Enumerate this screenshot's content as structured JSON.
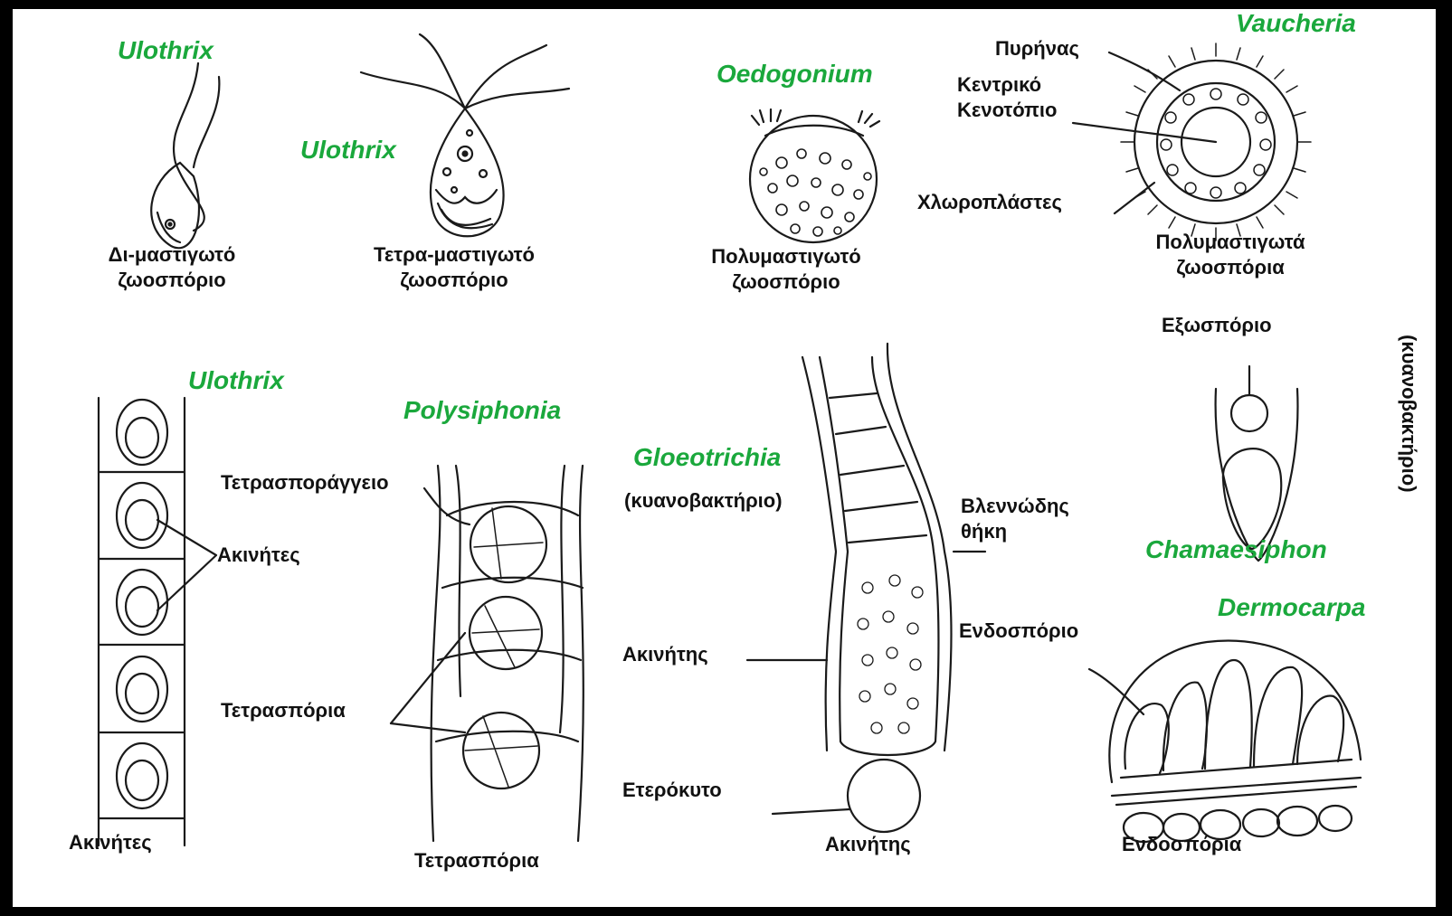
{
  "colors": {
    "species": "#1aa83c",
    "text": "#111111",
    "frame": "#000000",
    "ink": "#1a1a1a"
  },
  "species": {
    "ulothrix_a": "Ulothrix",
    "ulothrix_b": "Ulothrix",
    "oedogonium": "Oedogonium",
    "vaucheria": "Vaucheria",
    "ulothrix_c": "Ulothrix",
    "polysiphonia": "Polysiphonia",
    "gloeotrichia": "Gloeotrichia",
    "chamaesiphon": "Chamaesiphon",
    "dermocarpa": "Dermocarpa"
  },
  "labels": {
    "bi_flag": [
      "Δι-μαστιγωτό",
      "ζωοσπόριο"
    ],
    "tetra_flag": [
      "Τετρα-μαστιγωτό",
      "ζωοσπόριο"
    ],
    "multi_flag": [
      "Πολυμαστιγωτό",
      "ζωοσπόριο"
    ],
    "nucleus": "Πυρήνας",
    "central_vacuole": [
      "Κεντρικό",
      "Κενοτόπιο"
    ],
    "chloroplasts": "Χλωροπλάστες",
    "multi_flag_plural": [
      "Πολυμαστιγωτά",
      "ζωοσπόρια"
    ],
    "exospore": "Εξωσπόριο",
    "cyanobacterium_vertical": "(κυανοβακτήριο)",
    "tetrasporangium": "Τετρασποράγγειο",
    "akinetes_mid": "Ακινήτες",
    "tetraspores_mid": "Τετρασπόρια",
    "akinetes_bottom": "Ακινήτες",
    "tetraspores_bottom": "Τετρασπόρια",
    "cyanobacterium": "(κυανοβακτήριο)",
    "mucilage_sheath": [
      "Βλεννώδης",
      "θήκη"
    ],
    "akinete_side": "Ακινήτης",
    "heterocyst": "Ετερόκυτο",
    "akinete_bottom": "Ακινήτης",
    "endospore": "Ενδοσπόριο",
    "endospores_bottom": "Ενδοσπόρια"
  }
}
